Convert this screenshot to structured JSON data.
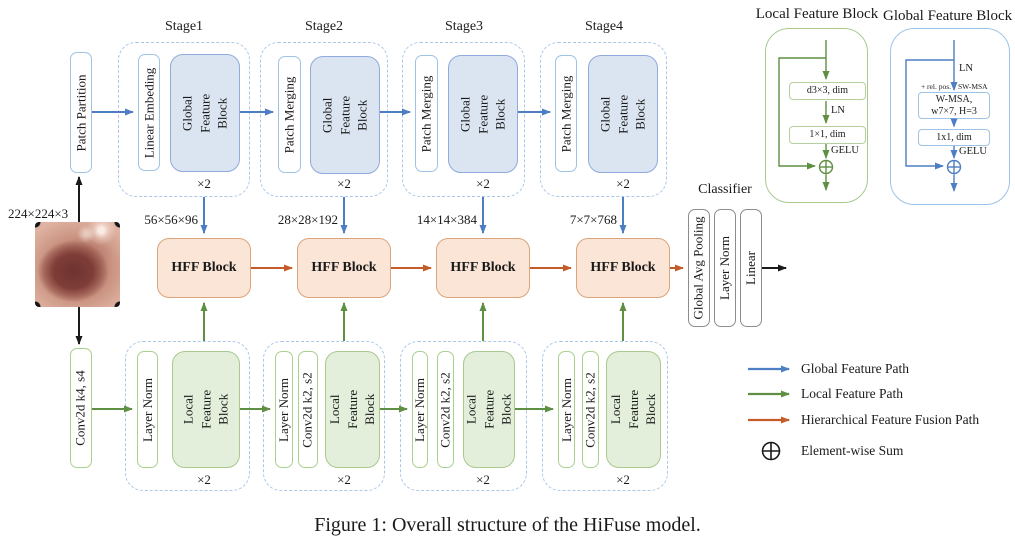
{
  "figure_caption": "Figure 1: Overall structure of the HiFuse model.",
  "input": {
    "image_label": "224×224×3",
    "patch_partition": "Patch Partition",
    "conv_stem": "Conv2d k4, s4"
  },
  "global_path": {
    "stages": [
      {
        "title": "Stage1",
        "pre": "Linear Embeding",
        "block": "Global Feature Block",
        "repeat": "×2",
        "out_dim": "56×56×96"
      },
      {
        "title": "Stage2",
        "pre": "Patch Merging",
        "block": "Global Feature Block",
        "repeat": "×2",
        "out_dim": "28×28×192"
      },
      {
        "title": "Stage3",
        "pre": "Patch Merging",
        "block": "Global Feature Block",
        "repeat": "×2",
        "out_dim": "14×14×384"
      },
      {
        "title": "Stage4",
        "pre": "Patch Merging",
        "block": "Global Feature Block",
        "repeat": "×2",
        "out_dim": "7×7×768"
      }
    ]
  },
  "local_path": {
    "stages": [
      {
        "norm": "Layer Norm",
        "block": "Local Feature Block",
        "repeat": "×2"
      },
      {
        "norm": "Layer Norm",
        "conv": "Conv2d k2, s2",
        "block": "Local Feature Block",
        "repeat": "×2"
      },
      {
        "norm": "Layer Norm",
        "conv": "Conv2d k2, s2",
        "block": "Local Feature Block",
        "repeat": "×2"
      },
      {
        "norm": "Layer Norm",
        "conv": "Conv2d k2, s2",
        "block": "Local Feature Block",
        "repeat": "×2"
      }
    ]
  },
  "fusion": {
    "blocks": [
      "HFF Block",
      "HFF Block",
      "HFF Block",
      "HFF Block"
    ]
  },
  "classifier": {
    "title": "Classifier",
    "layers": [
      "Global Avg Pooling",
      "Layer Norm",
      "Linear"
    ]
  },
  "local_block_detail": {
    "title": "Local Feature Block",
    "conv1": "d3×3, dim",
    "norm": "LN",
    "conv2": "1×1, dim",
    "activation": "GELU"
  },
  "global_block_detail": {
    "title": "Global Feature Block",
    "norm": "LN",
    "rel_pos": "+ rel. pos.",
    "msa": "SW-MSA",
    "attn_line1": "W-MSA,",
    "attn_line2": "w7×7, H=3",
    "conv": "1x1, dim",
    "activation": "GELU"
  },
  "legend": {
    "items": [
      {
        "label": "Global Feature Path",
        "color": "#4d7ec3",
        "symbol": "arrow"
      },
      {
        "label": "Local Feature Path",
        "color": "#5f8f43",
        "symbol": "arrow"
      },
      {
        "label": "Hierarchical Feature Fusion Path",
        "color": "#c45b28",
        "symbol": "arrow"
      },
      {
        "label": "Element-wise Sum",
        "color": "#1a1a1a",
        "symbol": "⊕"
      }
    ]
  }
}
